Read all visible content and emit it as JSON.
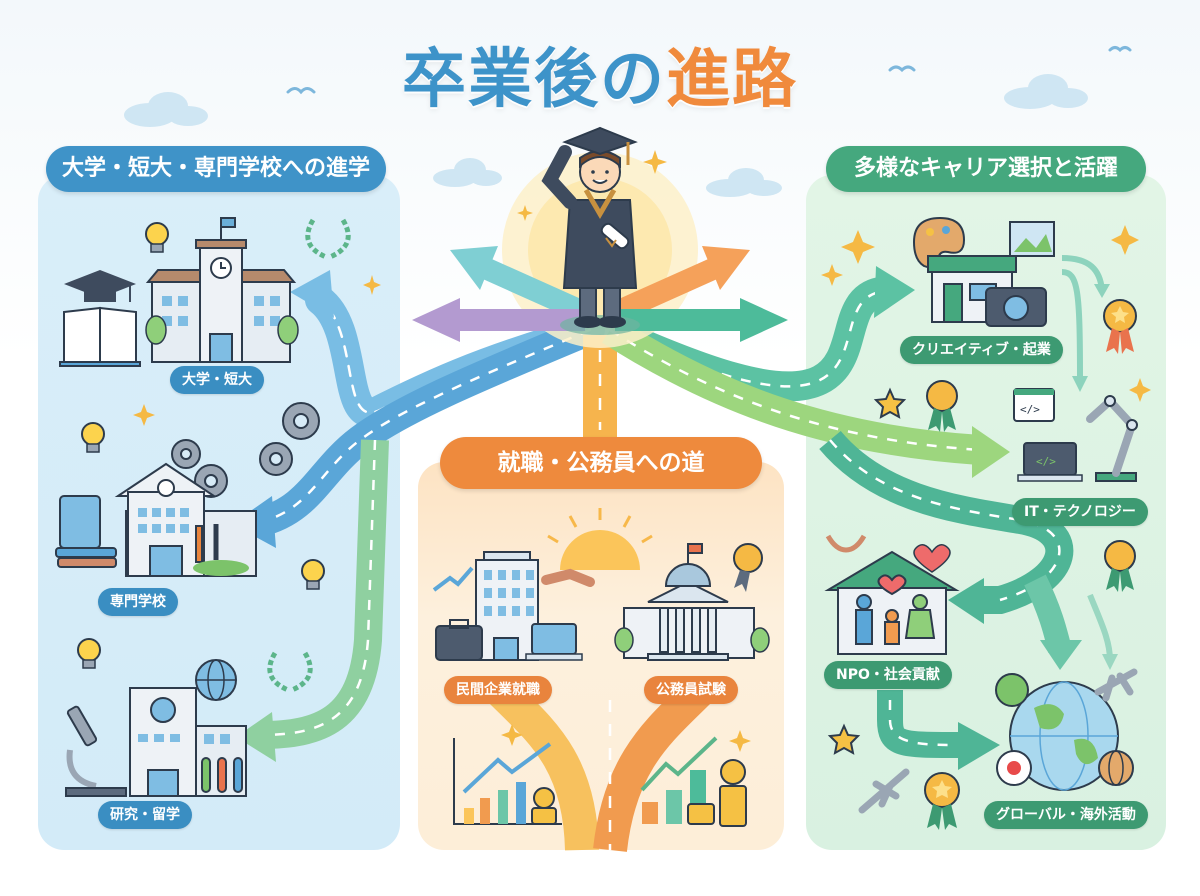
{
  "title": {
    "part1": "卒業後の",
    "part2": "進路",
    "part1_color": "#3d93c9",
    "part2_color": "#f08a3c"
  },
  "center": {
    "figure": "graduate-in-cap-and-gown-saluting-holding-diploma",
    "direction_arrows": [
      "teal-up-left",
      "orange-up-right",
      "purple-left",
      "green-right",
      "blue-down-left",
      "green-down-right",
      "yellow-up-from-below"
    ]
  },
  "sections": {
    "education": {
      "header": "大学・短大・専門学校への進学",
      "color": "#3f93c8",
      "items": [
        {
          "label": "大学・短大",
          "icons": [
            "graduation-cap-icon",
            "open-book-icon",
            "university-clock-tower-icon",
            "lightbulb-icon",
            "laurel-wreath-icon"
          ]
        },
        {
          "label": "専門学校",
          "icons": [
            "tablet-icon",
            "books-icon",
            "vocational-school-icon",
            "wrench-screwdriver-icon",
            "gears-icon",
            "lightbulb-icon"
          ]
        },
        {
          "label": "研究・留学",
          "icons": [
            "microscope-icon",
            "research-building-icon",
            "globe-icon",
            "test-tubes-icon",
            "laurel-wreath-icon",
            "lightbulb-icon"
          ]
        }
      ]
    },
    "employment": {
      "header": "就職・公務員への道",
      "color": "#ee8a3d",
      "items": [
        {
          "label": "民間企業就職",
          "icons": [
            "office-building-icon",
            "briefcase-icon",
            "laptop-icon",
            "handshake-icon",
            "trend-up-arrow-icon",
            "bar-chart-coins-icon"
          ]
        },
        {
          "label": "公務員試験",
          "icons": [
            "government-building-icon",
            "flag-icon",
            "medal-icon",
            "bar-chart-coins-icon"
          ]
        }
      ]
    },
    "career": {
      "header": "多様なキャリア選択と活躍",
      "color": "#45a87e",
      "items": [
        {
          "label": "クリエイティブ・起業",
          "icons": [
            "palette-icon",
            "shop-icon",
            "camera-icon",
            "picture-icon",
            "medal-icon"
          ]
        },
        {
          "label": "IT・テクノロジー",
          "icons": [
            "code-window-icon",
            "laptop-code-icon",
            "robot-arm-icon",
            "medal-icon",
            "star-icon"
          ]
        },
        {
          "label": "NPO・社会貢献",
          "icons": [
            "house-family-icon",
            "heart-icon",
            "caring-hands-icon",
            "medal-icon"
          ]
        },
        {
          "label": "グローバル・海外活動",
          "icons": [
            "world-globe-icon",
            "airplane-icon",
            "japan-flag-icon",
            "mini-globe-icon",
            "medal-icon",
            "star-icon"
          ]
        }
      ]
    }
  }
}
